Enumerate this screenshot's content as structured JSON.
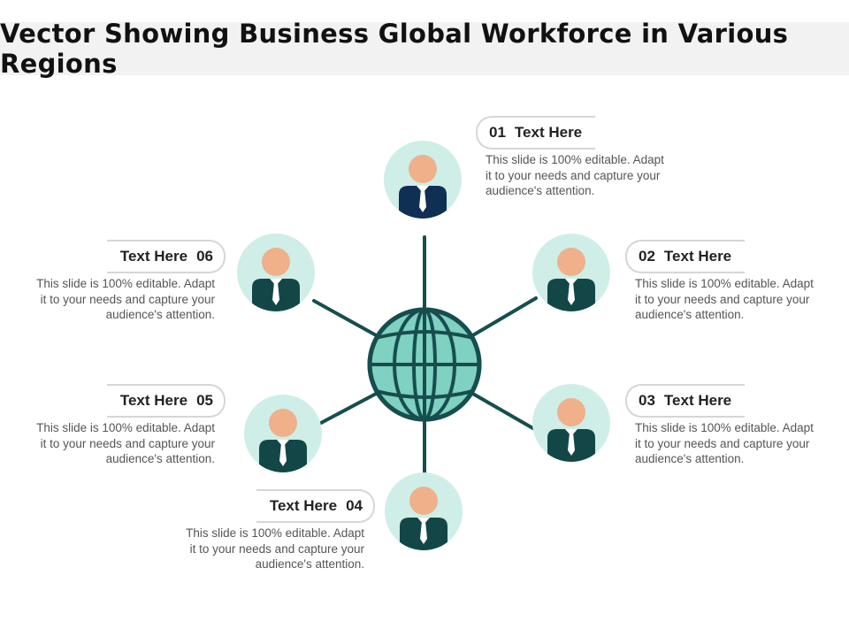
{
  "title": "Vector Showing Business Global Workforce in Various Regions",
  "colors": {
    "connector": "#164e4e",
    "globe_fill": "#7fd1c1",
    "person_bg": "#cfeee8",
    "skin": "#efb08a",
    "suit_dark": "#0f2f55",
    "suit": "#134747"
  },
  "items": [
    {
      "num": "01",
      "label": "Text Here",
      "desc": "This slide is 100% editable. Adapt it to your needs and capture your audience's attention."
    },
    {
      "num": "02",
      "label": "Text Here",
      "desc": "This slide is 100% editable. Adapt it to your needs and capture your audience's attention."
    },
    {
      "num": "03",
      "label": "Text Here",
      "desc": "This slide is 100% editable. Adapt it to your needs and capture your audience's attention."
    },
    {
      "num": "04",
      "label": "Text Here",
      "desc": "This slide is 100% editable. Adapt it to your needs and capture your audience's attention."
    },
    {
      "num": "05",
      "label": "Text Here",
      "desc": "This slide is 100% editable. Adapt it to your needs and capture your audience's attention."
    },
    {
      "num": "06",
      "label": "Text Here",
      "desc": "This slide is 100% editable. Adapt it to your needs and capture your audience's attention."
    }
  ]
}
